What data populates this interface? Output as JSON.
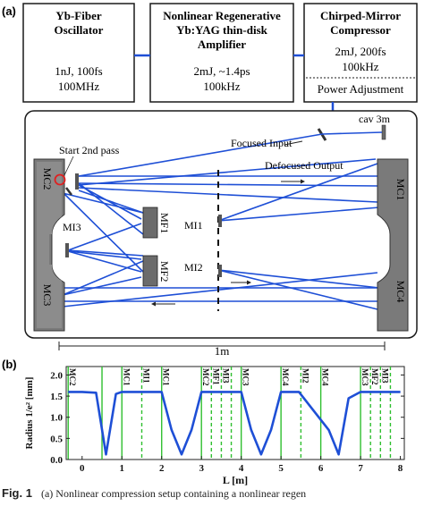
{
  "panel_a": {
    "label": "(a)",
    "boxes": {
      "oscillator": {
        "title_line1": "Yb-Fiber",
        "title_line2": "Oscillator",
        "spec_line1": "1nJ, 100fs",
        "spec_line2": "100MHz"
      },
      "amplifier": {
        "title_line1": "Nonlinear Regenerative",
        "title_line2": "Yb:YAG thin-disk",
        "title_line3": "Amplifier",
        "spec_line1": "2mJ, ~1.4ps",
        "spec_line2": "100kHz"
      },
      "compressor": {
        "title_line1": "Chirped-Mirror",
        "title_line2": "Compressor",
        "spec_line1": "2mJ, 200fs",
        "spec_line2": "100kHz",
        "spec_line3": "Power Adjustment"
      }
    },
    "labels": {
      "cav": "cav 3m",
      "focused_input": "Focused Input",
      "defocused_output": "Defocused Output",
      "start_2nd_pass": "Start 2nd pass",
      "mc1": "MC1",
      "mc2": "MC2",
      "mc3": "MC3",
      "mc4": "MC4",
      "mf1": "MF1",
      "mf2": "MF2",
      "mi1": "MI1",
      "mi2": "MI2",
      "mi3": "MI3",
      "scale": "1m"
    },
    "colors": {
      "box_border": "#1a1a1a",
      "beam": "#1e4fd6",
      "link": "#1e4fd6",
      "mirror_fill": "#6b6b6b",
      "highlight": "#e02020"
    }
  },
  "panel_b": {
    "label": "(b)",
    "chart_data": {
      "type": "line",
      "xlabel": "L [m]",
      "ylabel": "Radius 1/e² [mm]",
      "xlim": [
        -0.4,
        8.1
      ],
      "ylim": [
        0,
        2.2
      ],
      "xticks": [
        0,
        1,
        2,
        3,
        4,
        5,
        6,
        7,
        8
      ],
      "yticks": [
        0.0,
        0.5,
        1.0,
        1.5,
        2.0
      ],
      "series": [
        {
          "x": [
            -0.35,
            0.0,
            0.35,
            0.6,
            0.85,
            1.0,
            1.5,
            2.0,
            2.25,
            2.5,
            2.75,
            3.0,
            3.5,
            4.0,
            4.25,
            4.5,
            4.75,
            5.0,
            5.45,
            5.45,
            6.2,
            6.45,
            6.7,
            7.0,
            7.5,
            8.0
          ],
          "y": [
            1.6,
            1.6,
            1.58,
            0.12,
            1.55,
            1.6,
            1.6,
            1.6,
            0.7,
            0.12,
            0.7,
            1.6,
            1.6,
            1.6,
            0.7,
            0.12,
            0.7,
            1.6,
            1.6,
            1.6,
            0.7,
            0.12,
            1.45,
            1.6,
            1.6,
            1.6
          ]
        }
      ],
      "mirror_markers": [
        {
          "x": -0.35,
          "label": "MC2",
          "style": "solid"
        },
        {
          "x": 0.5,
          "label": "",
          "style": "solid"
        },
        {
          "x": 1.0,
          "label": "MC1",
          "style": "solid"
        },
        {
          "x": 1.5,
          "label": "MI1",
          "style": "dashed"
        },
        {
          "x": 2.0,
          "label": "MC1",
          "style": "solid"
        },
        {
          "x": 3.0,
          "label": "MC2",
          "style": "solid"
        },
        {
          "x": 3.25,
          "label": "MF1",
          "style": "dashed"
        },
        {
          "x": 3.5,
          "label": "MI3",
          "style": "dashed"
        },
        {
          "x": 3.75,
          "label": "",
          "style": "dashed"
        },
        {
          "x": 4.0,
          "label": "MC3",
          "style": "solid"
        },
        {
          "x": 5.0,
          "label": "MC4",
          "style": "solid"
        },
        {
          "x": 5.5,
          "label": "MI2",
          "style": "dashed"
        },
        {
          "x": 6.0,
          "label": "MC4",
          "style": "solid"
        },
        {
          "x": 7.0,
          "label": "MC3",
          "style": "solid"
        },
        {
          "x": 7.25,
          "label": "MF2",
          "style": "dashed"
        },
        {
          "x": 7.5,
          "label": "MI3",
          "style": "dashed"
        },
        {
          "x": 7.75,
          "label": "",
          "style": "dashed"
        }
      ],
      "colors": {
        "curve": "#1e4fd6",
        "marker": "#2fbf2f"
      }
    }
  },
  "caption": {
    "fig_label": "Fig. 1",
    "text": "(a) Nonlinear compression setup containing a nonlinear regen"
  }
}
